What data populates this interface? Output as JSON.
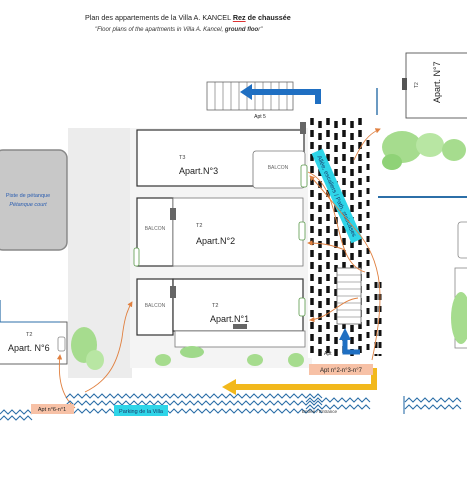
{
  "header": {
    "title_prefix": "Plan des appartements de la Villa A. KANCEL ",
    "title_strong_red": "Rez",
    "title_strong_rest": " de chaussée",
    "subtitle_prefix": "\"Floor plans of the apartments in Villa A. Kancel, ",
    "subtitle_bold": "ground floo",
    "subtitle_suffix": "r\""
  },
  "petanque": {
    "label_fr": "Piste de pétanque",
    "label_en": "Pétanque court"
  },
  "apartments": {
    "apt7": {
      "name": "Apart. N°7",
      "type": "T2"
    },
    "apt5": {
      "label": "Apt 5"
    },
    "apt3": {
      "type": "T3",
      "name": "Apart.N°3",
      "balcony": "BALCON"
    },
    "apt2": {
      "type": "T2",
      "name": "Apart.N°2",
      "balcony": "BALCON"
    },
    "apt1": {
      "type": "T2",
      "name": "Apart.N°1",
      "balcony": "BALCON"
    },
    "apt6": {
      "type": "T2",
      "name": "Apart. N°6"
    }
  },
  "labels": {
    "staircase": "Allée, escaliers / Path, staircases",
    "apt_small": "Apt",
    "apt_2_3_7": "Apt n°2-n°3-n°7",
    "apt_6_1": "Apt n°6-n°1",
    "parking": "Parking de la Villa",
    "entrance": "Entrée / Entrance"
  },
  "colors": {
    "blue_arrow": "#1f6fc2",
    "yellow_arrow": "#f2b81c",
    "orange_path": "#e08040",
    "cyan_tag": "#2fd5e8",
    "salmon_tag": "#f7c1a6",
    "hedge": "#2c6fa8",
    "lawn": "#9fd98a",
    "court": "#c8c8c8"
  }
}
